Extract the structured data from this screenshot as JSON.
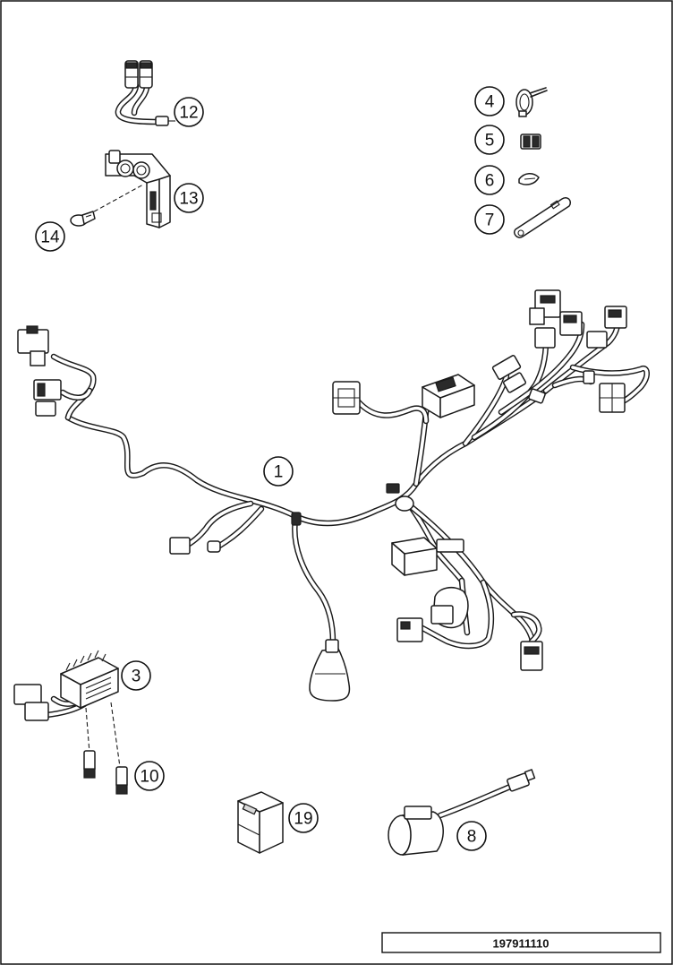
{
  "callouts": [
    {
      "id": "c1",
      "label": "1"
    },
    {
      "id": "c3",
      "label": "3"
    },
    {
      "id": "c4",
      "label": "4"
    },
    {
      "id": "c5",
      "label": "5"
    },
    {
      "id": "c6",
      "label": "6"
    },
    {
      "id": "c7",
      "label": "7"
    },
    {
      "id": "c8",
      "label": "8"
    },
    {
      "id": "c10",
      "label": "10"
    },
    {
      "id": "c12",
      "label": "12"
    },
    {
      "id": "c13",
      "label": "13"
    },
    {
      "id": "c14",
      "label": "14"
    },
    {
      "id": "c19",
      "label": "19"
    }
  ],
  "drawing_number": "197911110"
}
